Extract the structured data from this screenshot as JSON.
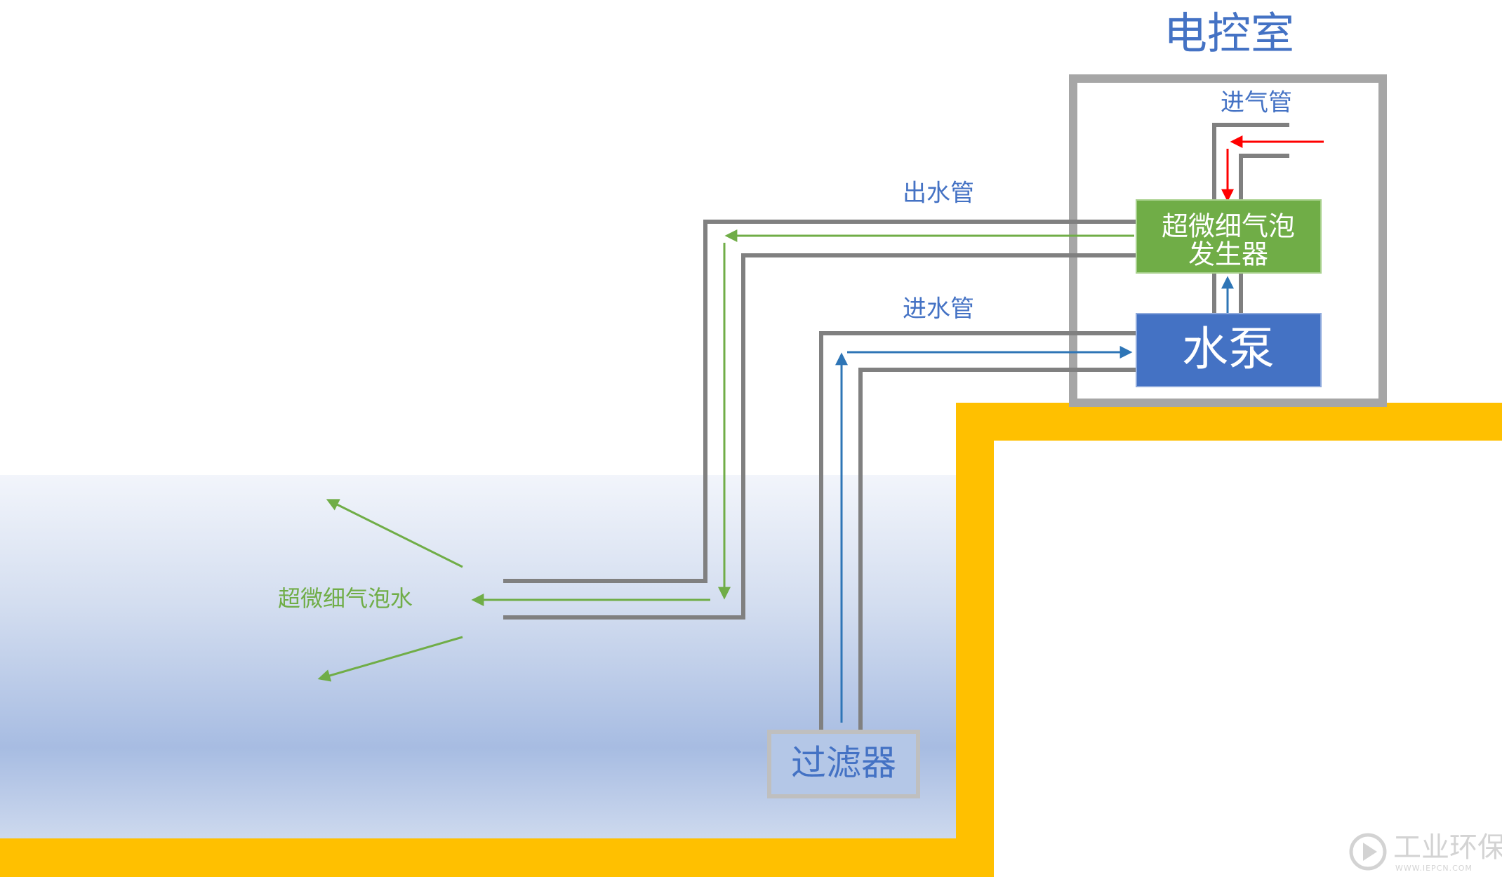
{
  "title": "电控室",
  "labels": {
    "air_inlet_pipe": "进气管",
    "outlet_pipe": "出水管",
    "inlet_pipe": "进水管",
    "microbubble_water": "超微细气泡水"
  },
  "components": {
    "generator": {
      "line1": "超微细气泡",
      "line2": "发生器"
    },
    "pump": "水泵",
    "filter": "过滤器"
  },
  "watermark": {
    "name": "工业环保网",
    "url": "WWW.IEPCN.COM"
  },
  "colors": {
    "pipe": "#808080",
    "room_wall": "#a6a6a6",
    "ground": "#ffc000",
    "generator": "#70ad47",
    "pump": "#4472c4",
    "label_blue": "#4472c4",
    "label_green": "#70ad47",
    "air_arrow": "#ff0000",
    "water_flow_in": "#2e75b6",
    "water_flow_out": "#70ad47"
  }
}
